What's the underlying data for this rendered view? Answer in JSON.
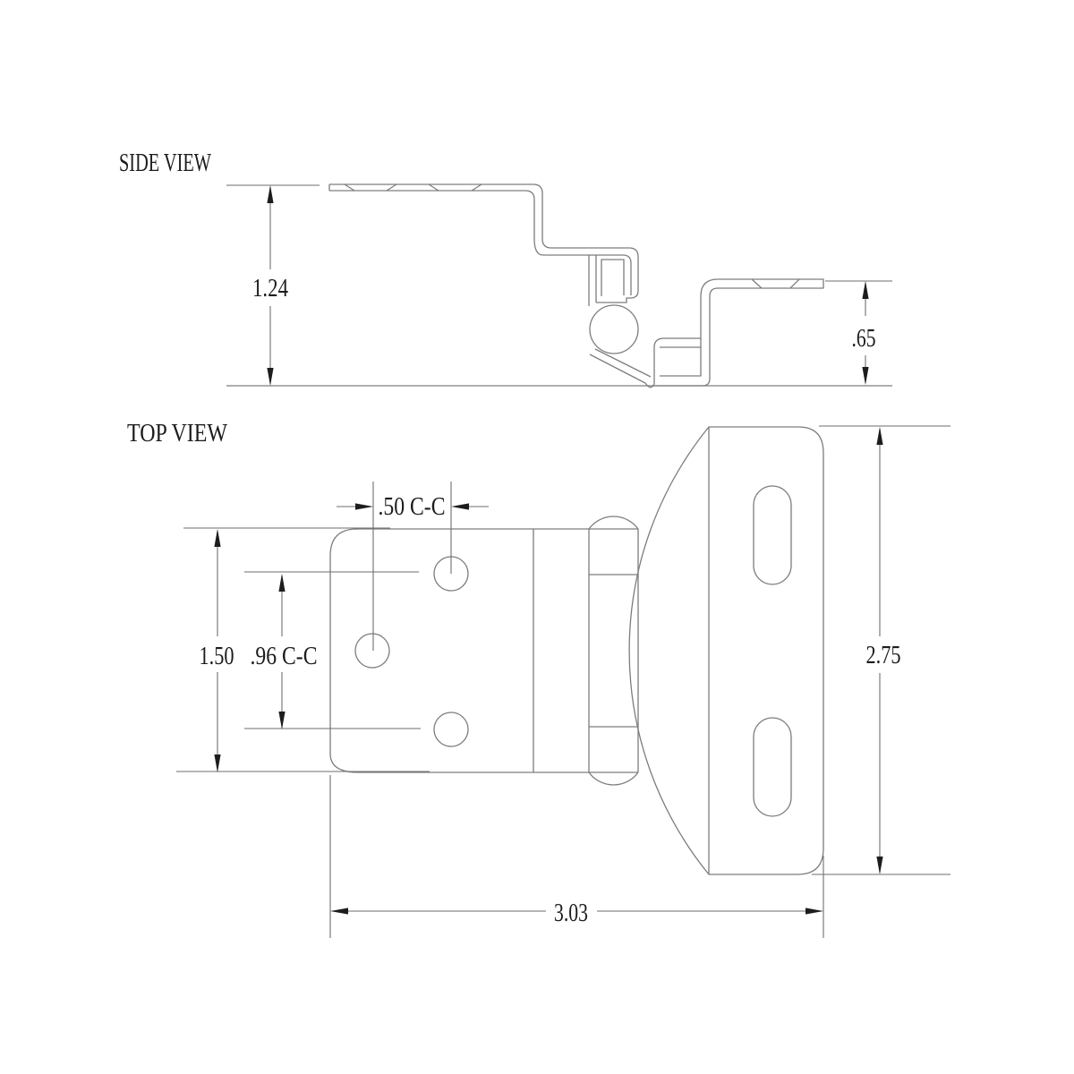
{
  "labels": {
    "side_view_title": "SIDE VIEW",
    "top_view_title": "TOP VIEW"
  },
  "dimensions": {
    "side_overall_height": "1.24",
    "side_door_leaf_height": ".65",
    "top_hole_center_to_center_x": ".50 C-C",
    "top_flange_width": "1.50",
    "top_hole_center_to_center_y": ".96 C-C",
    "top_plate_length": "2.75",
    "top_overall_width": "3.03"
  },
  "colors": {
    "background": "#ffffff",
    "geometry_line": "#7d7d7d",
    "dimension_line": "#6e6e6e",
    "arrow_fill": "#1d1d1f",
    "text": "#1c1c1c"
  }
}
